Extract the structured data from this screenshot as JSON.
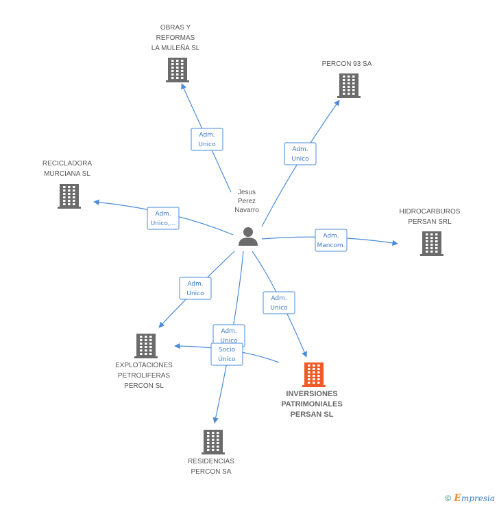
{
  "person": {
    "lines": [
      "Jesus",
      "Perez",
      "Navarro"
    ]
  },
  "companies": [
    {
      "id": "obras",
      "lines": [
        "OBRAS Y",
        "REFORMAS",
        "LA MULEÑA SL"
      ],
      "highlight": false
    },
    {
      "id": "percon93",
      "lines": [
        "PERCON 93 SA"
      ],
      "highlight": false
    },
    {
      "id": "reci",
      "lines": [
        "RECICLADORA",
        "MURCIANA SL"
      ],
      "highlight": false
    },
    {
      "id": "hidro",
      "lines": [
        "HIDROCARBUROS",
        "PERSAN SRL"
      ],
      "highlight": false
    },
    {
      "id": "explo",
      "lines": [
        "EXPLOTACIONES",
        "PETROLIFERAS",
        "PERCON SL"
      ],
      "highlight": false
    },
    {
      "id": "inver",
      "lines": [
        "INVERSIONES",
        "PATRIMONIALES",
        "PERSAN SL"
      ],
      "highlight": true
    },
    {
      "id": "resid",
      "lines": [
        "RESIDENCIAS",
        "PERCON SA"
      ],
      "highlight": false
    }
  ],
  "edges": [
    {
      "from": "person",
      "to": "obras",
      "label": [
        "Adm.",
        "Unico"
      ]
    },
    {
      "from": "person",
      "to": "percon93",
      "label": [
        "Adm.",
        "Unico"
      ]
    },
    {
      "from": "person",
      "to": "reci",
      "label": [
        "Adm.",
        "Unico,..."
      ]
    },
    {
      "from": "person",
      "to": "hidro",
      "label": [
        "Adm.",
        "Mancom."
      ]
    },
    {
      "from": "person",
      "to": "explo",
      "label": [
        "Adm.",
        "Unico"
      ]
    },
    {
      "from": "person",
      "to": "inver",
      "label": [
        "Adm.",
        "Unico"
      ]
    },
    {
      "from": "person",
      "to": "resid",
      "label": [
        "Adm.",
        "Unico"
      ]
    },
    {
      "from": "inver",
      "to": "explo",
      "label": [
        "Socio",
        "Único"
      ]
    }
  ],
  "colors": {
    "edge": "#4a8ad8",
    "building": "#6b6b6b",
    "highlight": "#f05a28",
    "person": "#6b6b6b"
  },
  "footer": {
    "copyright": "©",
    "brand_initial": "E",
    "brand_rest": "mpresia"
  }
}
